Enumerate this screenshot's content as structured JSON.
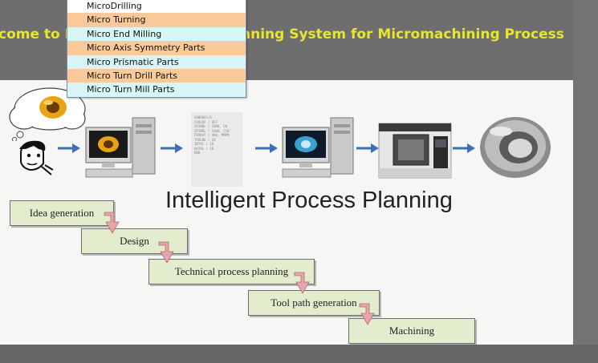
{
  "banner": {
    "left_text": "come to I",
    "right_text": "nning System for Micromachining Process"
  },
  "menu": {
    "items": [
      {
        "label": "MicroDrilling",
        "style": "white"
      },
      {
        "label": "Micro Turning",
        "style": "peach"
      },
      {
        "label": "Micro End Milling",
        "style": "cyan"
      },
      {
        "label": "Micro Axis Symmetry Parts",
        "style": "peach"
      },
      {
        "label": "Micro Prismatic Parts",
        "style": "cyan"
      },
      {
        "label": "Micro Turn Drill Parts",
        "style": "peach"
      },
      {
        "label": "Micro Turn Mill Parts",
        "style": "cyan"
      }
    ]
  },
  "diagram": {
    "title": "Intelligent Process Planning",
    "steps": [
      "Idea generation",
      "Design",
      "Technical process planning",
      "Tool path generation",
      "Machining"
    ],
    "code_lines": [
      "G00UUG1/6",
      "COOLNT / OFF",
      "SPINDL / 1000, CW",
      "SPINDL / 1600, CCW",
      "FEDRAT / 400, MMPM",
      "TOOLNO / 10",
      "INTOL / 10",
      "OUTOL / 10",
      "END"
    ]
  },
  "colors": {
    "banner_text": "#e8e62a",
    "menu_peach": "#fac999",
    "menu_cyan": "#d6f6f8",
    "flow_box": "#e3eccd",
    "flow_arrow": "#e7a7aa",
    "pipeline_arrow": "#3d6fb6"
  }
}
